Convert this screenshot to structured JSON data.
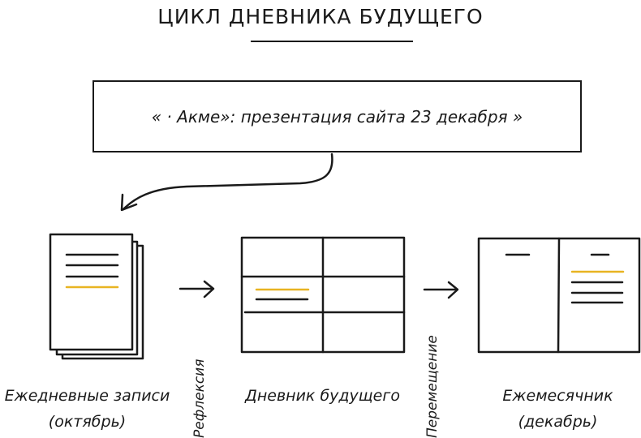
{
  "title": "ЦИКЛ ДНЕВНИКА БУДУЩЕГО",
  "event_box": {
    "text": "« · Акме»: презентация сайта 23 декабря »"
  },
  "stages": [
    {
      "id": "daily",
      "label": "Ежедневные записи",
      "sublabel": "(октябрь)",
      "icon": "stacked-pages-icon"
    },
    {
      "id": "future-log",
      "label": "Дневник будущего",
      "sublabel": "",
      "icon": "grid-spread-icon"
    },
    {
      "id": "monthly",
      "label": "Ежемесячник",
      "sublabel": "(декабрь)",
      "icon": "open-book-icon"
    }
  ],
  "transitions": [
    {
      "from": "daily",
      "to": "future-log",
      "label": "Рефлексия"
    },
    {
      "from": "future-log",
      "to": "monthly",
      "label": "Перемещение"
    }
  ],
  "colors": {
    "ink": "#1a1a1a",
    "highlight": "#e8b422",
    "background": "#ffffff"
  }
}
